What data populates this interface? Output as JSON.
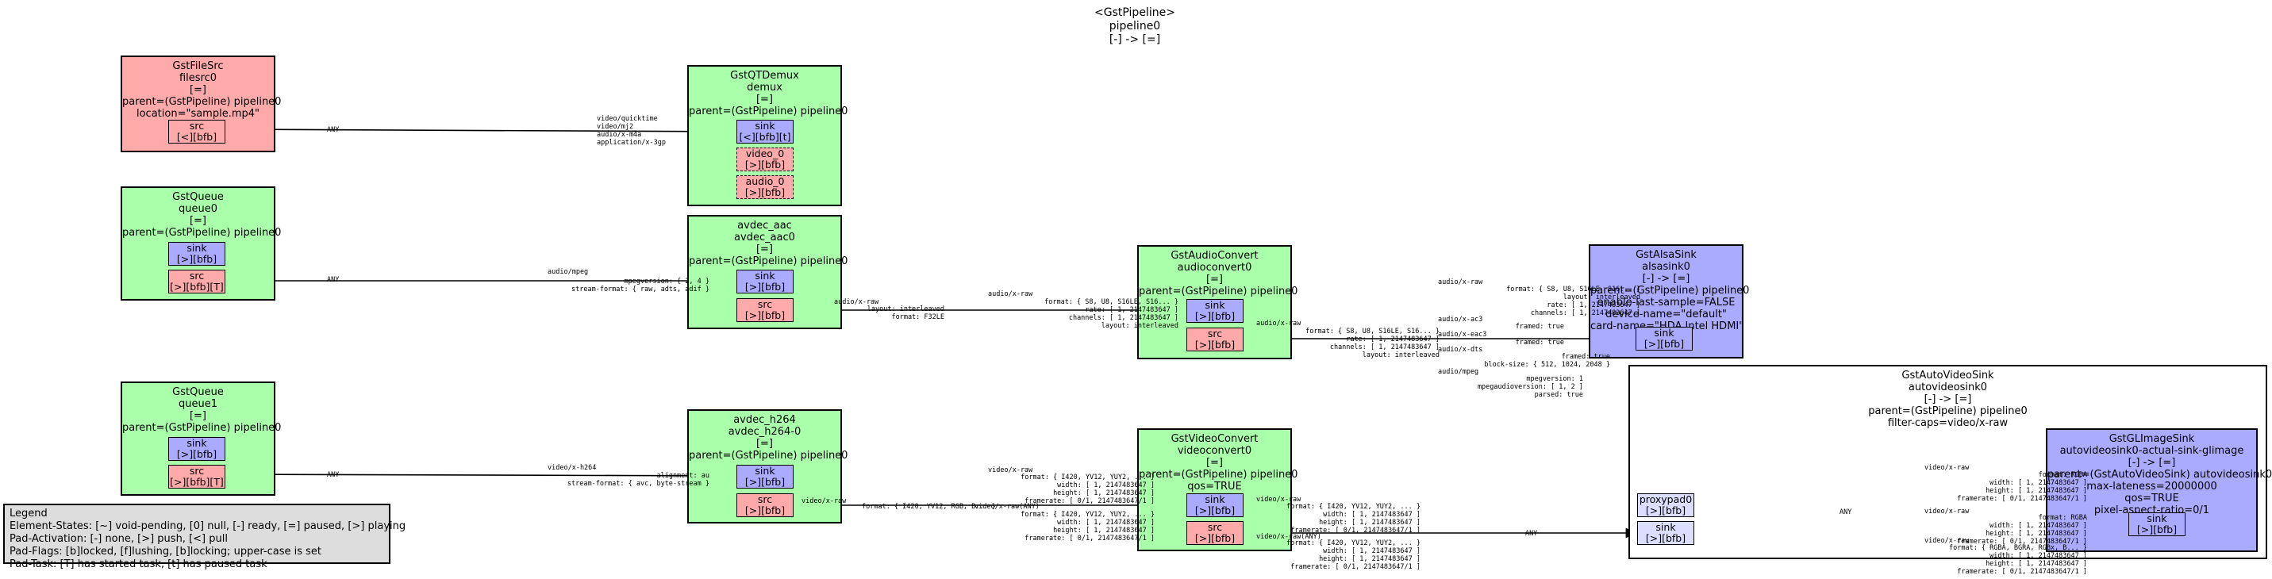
{
  "pipeline": {
    "lines": [
      "<GstPipeline>",
      "pipeline0",
      "[-] -> [=]"
    ]
  },
  "elements": {
    "filesrc": {
      "lines": [
        "GstFileSrc",
        "filesrc0",
        "[=]",
        "parent=(GstPipeline) pipeline0",
        "location=\"sample.mp4\""
      ]
    },
    "queue0": {
      "lines": [
        "GstQueue",
        "queue0",
        "[=]",
        "parent=(GstPipeline) pipeline0"
      ]
    },
    "queue1": {
      "lines": [
        "GstQueue",
        "queue1",
        "[=]",
        "parent=(GstPipeline) pipeline0"
      ]
    },
    "demux": {
      "lines": [
        "GstQTDemux",
        "demux",
        "[=]",
        "parent=(GstPipeline) pipeline0"
      ]
    },
    "aac": {
      "lines": [
        "avdec_aac",
        "avdec_aac0",
        "[=]",
        "parent=(GstPipeline) pipeline0"
      ]
    },
    "h264": {
      "lines": [
        "avdec_h264",
        "avdec_h264-0",
        "[=]",
        "parent=(GstPipeline) pipeline0"
      ]
    },
    "aconv": {
      "lines": [
        "GstAudioConvert",
        "audioconvert0",
        "[=]",
        "parent=(GstPipeline) pipeline0"
      ]
    },
    "vconv": {
      "lines": [
        "GstVideoConvert",
        "videoconvert0",
        "[=]",
        "parent=(GstPipeline) pipeline0",
        "qos=TRUE"
      ]
    },
    "alsa": {
      "lines": [
        "GstAlsaSink",
        "alsasink0",
        "[-] -> [=]",
        "parent=(GstPipeline) pipeline0",
        "enable-last-sample=FALSE",
        "device-name=\"default\"",
        "card-name=\"HDA Intel HDMI\""
      ]
    },
    "autovideo": {
      "lines": [
        "GstAutoVideoSink",
        "autovideosink0",
        "[-] -> [=]",
        "parent=(GstPipeline) pipeline0",
        "filter-caps=video/x-raw"
      ]
    },
    "glimage": {
      "lines": [
        "GstGLImageSink",
        "autovideosink0-actual-sink-glimage",
        "[-] -> [=]",
        "parent=(GstAutoVideoSink) autovideosink0",
        "max-lateness=20000000",
        "qos=TRUE",
        "pixel-aspect-ratio=0/1"
      ]
    }
  },
  "pads": {
    "filesrc_src": [
      "src",
      "[<][bfb]"
    ],
    "demux_sink": [
      "sink",
      "[<][bfb][t]"
    ],
    "demux_video": [
      "video_0",
      "[>][bfb]"
    ],
    "demux_audio": [
      "audio_0",
      "[>][bfb]"
    ],
    "queue0_sink": [
      "sink",
      "[>][bfb]"
    ],
    "queue0_src": [
      "src",
      "[>][bfb][T]"
    ],
    "queue1_sink": [
      "sink",
      "[>][bfb]"
    ],
    "queue1_src": [
      "src",
      "[>][bfb][T]"
    ],
    "aac_sink": [
      "sink",
      "[>][bfb]"
    ],
    "aac_src": [
      "src",
      "[>][bfb]"
    ],
    "h264_sink": [
      "sink",
      "[>][bfb]"
    ],
    "h264_src": [
      "src",
      "[>][bfb]"
    ],
    "aconv_sink": [
      "sink",
      "[>][bfb]"
    ],
    "aconv_src": [
      "src",
      "[>][bfb]"
    ],
    "vconv_sink": [
      "sink",
      "[>][bfb]"
    ],
    "vconv_src": [
      "src",
      "[>][bfb]"
    ],
    "alsa_sink": [
      "sink",
      "[>][bfb]"
    ],
    "auto_proxy": [
      "proxypad0",
      "[>][bfb]"
    ],
    "auto_sink": [
      "sink",
      "[>][bfb]"
    ],
    "gl_sink": [
      "sink",
      "[>][bfb]"
    ]
  },
  "caps": {
    "filesrc_demux": [
      "ANY"
    ],
    "demux_in": [
      "video/quicktime",
      "video/mj2",
      "audio/x-m4a",
      "application/x-3gp"
    ],
    "queue0_out": [
      "ANY"
    ],
    "aac_in_name": [
      "audio/mpeg"
    ],
    "aac_in_fields": [
      "mpegversion: { 2, 4 }",
      "stream-format: { raw, adts, adif }"
    ],
    "aac_out_name": [
      "audio/x-raw"
    ],
    "aac_out_fields": [
      "layout: interleaved",
      "format: F32LE"
    ],
    "aconv_in_name": [
      "audio/x-raw"
    ],
    "aconv_in_fields": [
      "format: { S8, U8, S16LE, S16... }",
      "rate: [ 1, 2147483647 ]",
      "channels: [ 1, 2147483647 ]",
      "layout: interleaved"
    ],
    "aconv_out_name": [
      "audio/x-raw"
    ],
    "aconv_out_fields": [
      "format: { S8, U8, S16LE, S16... }",
      "rate: [ 1, 2147483647 ]",
      "channels: [ 1, 2147483647 ]",
      "layout: interleaved"
    ],
    "alsa_in_name1": [
      "audio/x-raw"
    ],
    "alsa_in_fields1": [
      "format: { S8, U8, S16LE, S16... }",
      "layout: interleaved",
      "rate: [ 1, 2147483647 ]",
      "channels: [ 1, 2147483647 ]"
    ],
    "alsa_in_name2": [
      "audio/x-ac3"
    ],
    "alsa_in_fields2": [
      "framed: true"
    ],
    "alsa_in_name3": [
      "audio/x-eac3"
    ],
    "alsa_in_fields3": [
      "framed: true"
    ],
    "alsa_in_name4": [
      "audio/x-dts"
    ],
    "alsa_in_fields4": [
      "framed: true",
      "block-size: { 512, 1024, 2048 }"
    ],
    "alsa_in_name5": [
      "audio/mpeg"
    ],
    "alsa_in_fields5": [
      "mpegversion: 1",
      "mpegaudioversion: [ 1, 2 ]",
      "parsed: true"
    ],
    "queue1_out": [
      "ANY"
    ],
    "h264_in_name": [
      "video/x-h264"
    ],
    "h264_in_fields": [
      "alignment: au",
      "stream-format: { avc, byte-stream }"
    ],
    "h264_out_name": [
      "video/x-raw"
    ],
    "h264_out_fields": [
      "format: { I420, YV12, RGB, B... }"
    ],
    "vconv_in_name1": [
      "video/x-raw"
    ],
    "vconv_in_fields1": [
      "format: { I420, YV12, YUY2, ... }",
      "width: [ 1, 2147483647 ]",
      "height: [ 1, 2147483647 ]",
      "framerate: [ 0/1, 2147483647/1 ]"
    ],
    "vconv_in_name2": [
      "video/x-raw(ANY)"
    ],
    "vconv_in_fields2": [
      "format: { I420, YV12, YUY2, ... }",
      "width: [ 1, 2147483647 ]",
      "height: [ 1, 2147483647 ]",
      "framerate: [ 0/1, 2147483647/1 ]"
    ],
    "vconv_out_name1": [
      "video/x-raw"
    ],
    "vconv_out_fields1": [
      "format: { I420, YV12, YUY2, ... }",
      "width: [ 1, 2147483647 ]",
      "height: [ 1, 2147483647 ]",
      "framerate: [ 0/1, 2147483647/1 ]"
    ],
    "vconv_out_name2": [
      "video/x-raw(ANY)"
    ],
    "vconv_out_fields2": [
      "format: { I420, YV12, YUY2, ... }",
      "width: [ 1, 2147483647 ]",
      "height: [ 1, 2147483647 ]",
      "framerate: [ 0/1, 2147483647/1 ]"
    ],
    "vconv_auto": [
      "ANY"
    ],
    "proxy_gl": [
      "ANY"
    ],
    "gl_in_name1": [
      "video/x-raw"
    ],
    "gl_in_fields1": [
      "format: RGBA",
      "width: [ 1, 2147483647 ]",
      "height: [ 1, 2147483647 ]",
      "framerate: [ 0/1, 2147483647/1 ]"
    ],
    "gl_in_name2": [
      "video/x-raw"
    ],
    "gl_in_fields2": [
      "format: RGBA",
      "width: [ 1, 2147483647 ]",
      "height: [ 1, 2147483647 ]",
      "framerate: [ 0/1, 2147483647/1 ]"
    ],
    "gl_in_name3": [
      "video/x-raw"
    ],
    "gl_in_fields3": [
      "format: { RGBA, BGRA, RGBx, B... }",
      "width: [ 1, 2147483647 ]",
      "height: [ 1, 2147483647 ]",
      "framerate: [ 0/1, 2147483647/1 ]"
    ]
  },
  "legend": {
    "lines": [
      "Legend",
      "Element-States: [~] void-pending, [0] null, [-] ready, [=] paused, [>] playing",
      "Pad-Activation: [-] none, [>] push, [<] pull",
      "Pad-Flags: [b]locked, [f]lushing, [b]locking; upper-case is set",
      "Pad-Task: [T] has started task, [t] has paused task"
    ]
  },
  "colors": {
    "element_green": "#aaffaa",
    "element_red": "#ffaaaa",
    "element_blue": "#aaaaff",
    "sink_pad": "#aaaaff",
    "src_pad": "#ffaaaa",
    "ghost_pad": "#ddddff",
    "legend_bg": "#dddddd"
  }
}
